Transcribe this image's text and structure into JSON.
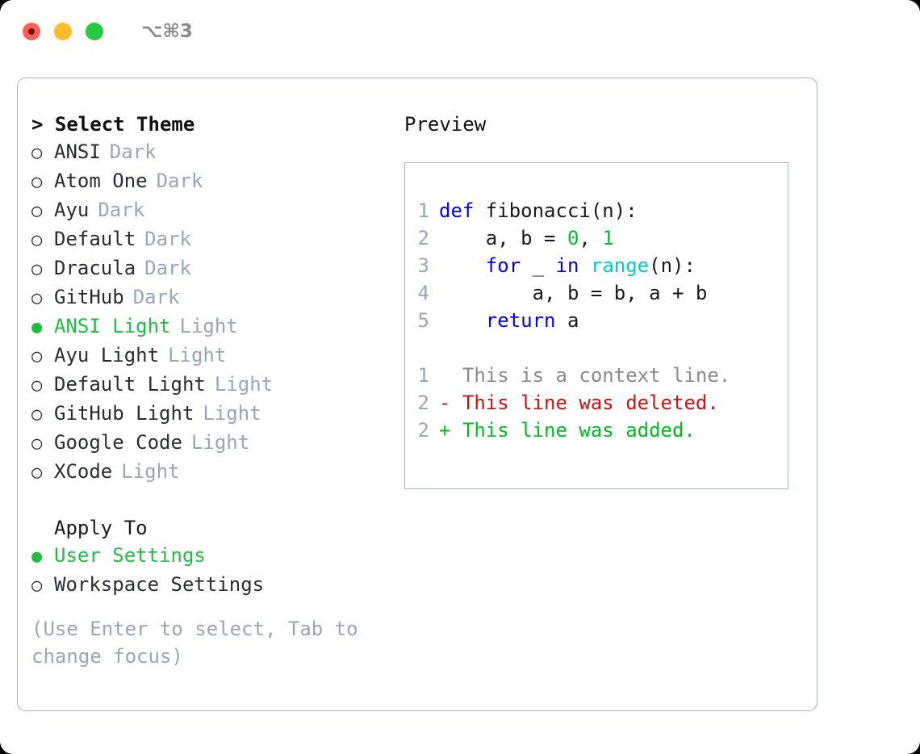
{
  "window": {
    "shortcut": "⌥⌘3",
    "traffic_lights": [
      "close-red",
      "minimize-yellow",
      "maximize-green"
    ]
  },
  "theme_panel": {
    "header": "> Select Theme",
    "items": [
      {
        "bullet": "○",
        "name": "ANSI",
        "variant": "Dark",
        "selected": false
      },
      {
        "bullet": "○",
        "name": "Atom One",
        "variant": "Dark",
        "selected": false
      },
      {
        "bullet": "○",
        "name": "Ayu",
        "variant": "Dark",
        "selected": false
      },
      {
        "bullet": "○",
        "name": "Default",
        "variant": "Dark",
        "selected": false
      },
      {
        "bullet": "○",
        "name": "Dracula",
        "variant": "Dark",
        "selected": false
      },
      {
        "bullet": "○",
        "name": "GitHub",
        "variant": "Dark",
        "selected": false
      },
      {
        "bullet": "●",
        "name": "ANSI Light",
        "variant": "Light",
        "selected": true
      },
      {
        "bullet": "○",
        "name": "Ayu Light",
        "variant": "Light",
        "selected": false
      },
      {
        "bullet": "○",
        "name": "Default Light",
        "variant": "Light",
        "selected": false
      },
      {
        "bullet": "○",
        "name": "GitHub Light",
        "variant": "Light",
        "selected": false
      },
      {
        "bullet": "○",
        "name": "Google Code",
        "variant": "Light",
        "selected": false
      },
      {
        "bullet": "○",
        "name": "XCode",
        "variant": "Light",
        "selected": false
      }
    ],
    "apply_to_header": "Apply To",
    "apply_to_items": [
      {
        "bullet": "●",
        "name": "User Settings",
        "selected": true
      },
      {
        "bullet": "○",
        "name": "Workspace Settings",
        "selected": false
      }
    ],
    "hint": "(Use Enter to select, Tab to change focus)"
  },
  "preview": {
    "title": "Preview",
    "code_lines": [
      {
        "no": "1",
        "tokens": [
          {
            "t": "def ",
            "c": "kw"
          },
          {
            "t": "fibonacci(n):",
            "c": "def"
          }
        ]
      },
      {
        "no": "2",
        "tokens": [
          {
            "t": "    a, b = ",
            "c": "def"
          },
          {
            "t": "0",
            "c": "num"
          },
          {
            "t": ", ",
            "c": "def"
          },
          {
            "t": "1",
            "c": "num"
          }
        ]
      },
      {
        "no": "3",
        "tokens": [
          {
            "t": "    ",
            "c": "def"
          },
          {
            "t": "for",
            "c": "kw"
          },
          {
            "t": " _ ",
            "c": "def"
          },
          {
            "t": "in",
            "c": "kw"
          },
          {
            "t": " ",
            "c": "def"
          },
          {
            "t": "range",
            "c": "fn"
          },
          {
            "t": "(n):",
            "c": "def"
          }
        ]
      },
      {
        "no": "4",
        "tokens": [
          {
            "t": "        a, b = b, a + b",
            "c": "def"
          }
        ]
      },
      {
        "no": "5",
        "tokens": [
          {
            "t": "    ",
            "c": "def"
          },
          {
            "t": "return",
            "c": "kw"
          },
          {
            "t": " a",
            "c": "def"
          }
        ]
      }
    ],
    "diff_lines": [
      {
        "no": "1",
        "marker": " ",
        "text": "This is a context line.",
        "kind": "context"
      },
      {
        "no": "2",
        "marker": "-",
        "text": "This line was deleted.",
        "kind": "deleted"
      },
      {
        "no": "2",
        "marker": "+",
        "text": "This line was added.",
        "kind": "added"
      }
    ]
  },
  "colors": {
    "accent_green": "#22bb44",
    "muted": "#9aa5b5",
    "border": "#a8b2c1",
    "keyword_blue": "#0000f0",
    "function_cyan": "#00cccc",
    "number_green": "#00bb33",
    "diff_deleted": "#cc1111",
    "diff_added": "#00bb22",
    "diff_context": "#8a8a8a"
  }
}
